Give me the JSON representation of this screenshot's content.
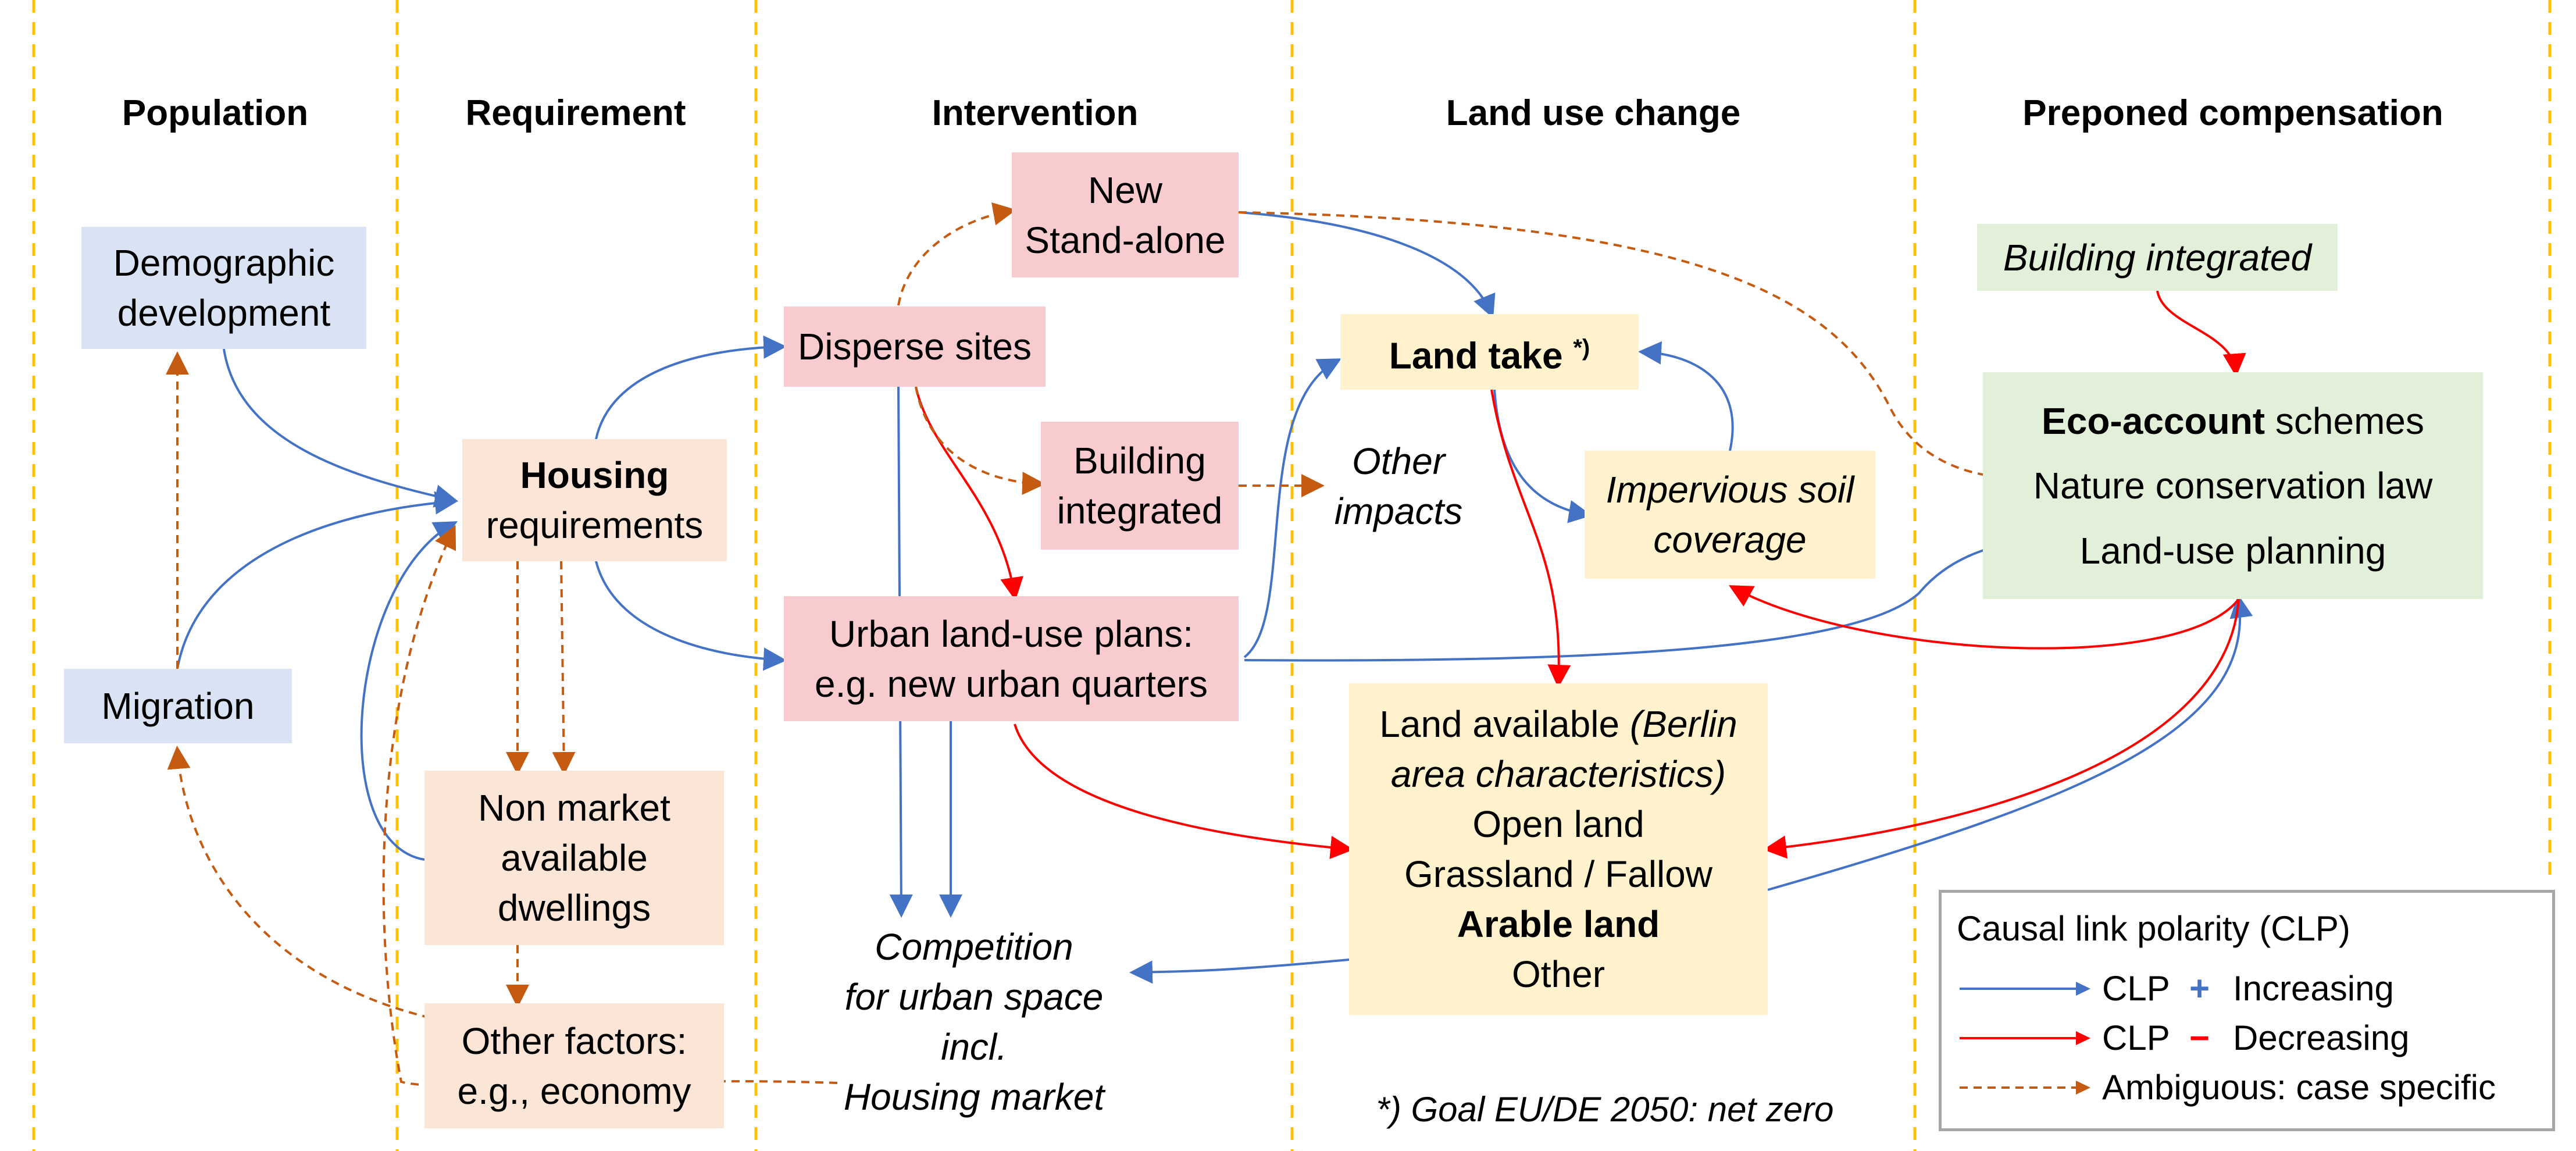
{
  "columns": {
    "population": "Population",
    "requirement": "Requirement",
    "intervention": "Intervention",
    "land_use_change": "Land use change",
    "preponed_compensation": "Preponed compensation"
  },
  "nodes": {
    "demographic": [
      "Demographic",
      "development"
    ],
    "migration": "Migration",
    "housing_bold": "Housing",
    "housing_rest": "requirements",
    "non_market": [
      "Non market",
      "available",
      "dwellings"
    ],
    "other_factors": [
      "Other factors:",
      "e.g., economy"
    ],
    "new_standalone": [
      "New",
      "Stand-alone"
    ],
    "disperse_sites": "Disperse sites",
    "building_integrated_mid": [
      "Building",
      "integrated"
    ],
    "urban_plans": [
      "Urban land-use plans:",
      "e.g. new urban quarters"
    ],
    "other_impacts": [
      "Other",
      "impacts"
    ],
    "competition": [
      "Competition",
      "for urban space",
      "incl.",
      "Housing market"
    ],
    "land_take": "Land take",
    "land_take_sup": "*)",
    "impervious": [
      "Impervious soil",
      "coverage"
    ],
    "land_available_prefix": "Land available ",
    "land_available_italic_1": "(Berlin",
    "land_available_italic_2": "area characteristics)",
    "open_land": "Open land",
    "grassland": "Grassland / Fallow",
    "arable": "Arable land",
    "other": "Other",
    "goal_note": "*) Goal EU/DE 2050: net zero",
    "building_integrated_right": "Building integrated",
    "eco_account_bold": "Eco-account",
    "eco_account_rest": " schemes",
    "nature_law": "Nature conservation law",
    "land_use_planning": "Land-use planning"
  },
  "legend": {
    "title": "Causal link polarity (CLP)",
    "increasing_label": "CLP",
    "increasing_symbol": "+",
    "increasing_text": "Increasing",
    "decreasing_label": "CLP",
    "decreasing_symbol": "−",
    "decreasing_text": "Decreasing",
    "ambiguous_text": "Ambiguous: case specific"
  },
  "colors": {
    "increasing": "#4472c4",
    "decreasing": "#ff0000",
    "ambiguous": "#c55a11",
    "column_divider": "#ffc000",
    "population_box": "#dae3f3",
    "requirement_box": "#fbe5d6",
    "intervention_box": "#f8cbcf",
    "land_use_box": "#fff2cc",
    "compensation_box": "#e2f0d9"
  }
}
